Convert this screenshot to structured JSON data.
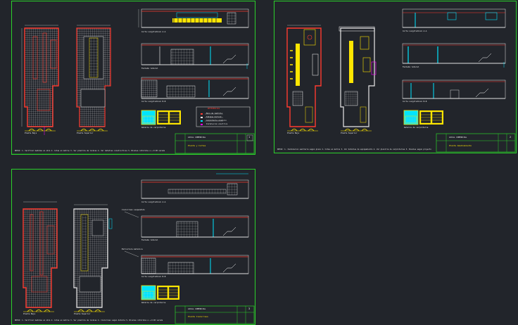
{
  "viewport": {
    "background_color": "#22252b",
    "frame_color": "#2bd12b"
  },
  "colors": {
    "wall": "#ff3b30",
    "grid": "#e8e8e8",
    "fixture": "#ffe600",
    "glass": "#00e5ff",
    "dimension": "#ffffff",
    "magenta": "#ff00ff"
  },
  "sheets": [
    {
      "id": "sheet-1",
      "plan_labels": [
        "Planta Baja",
        "Planta Superior"
      ],
      "section_labels": [
        "Corte Longitudinal A-A",
        "Fachada lateral",
        "Corte Longitudinal B-B"
      ],
      "detail_label": "Detalle de carpinteria",
      "legend_title": "REFERENCIAS",
      "legend_items": [
        "Muro de ladrillo",
        "Tabique durlock",
        "Carpinteria aluminio",
        "Instalacion electrica"
      ],
      "notes": "NOTAS: 1- Verificar medidas en obra  2- Cotas en metros  3- Ver planilla de locales  4- Ver detalles constructivos  5- Niveles referidos a +-0.00 vereda",
      "title_block": {
        "project": "LOCAL COMERCIAL",
        "drawing": "Planta y Cortes",
        "sheet_number": "1"
      }
    },
    {
      "id": "sheet-2",
      "plan_labels": [
        "Planta Baja",
        "Planta Superior"
      ],
      "section_labels": [
        "Corte Longitudinal A-A",
        "Fachada lateral",
        "Corte Longitudinal B-B"
      ],
      "detail_label": "Detalle de carpinteria",
      "notes": "NOTAS: 1- Instalacion sanitaria segun plano  2- Cotas en metros  3- Ver detalles de equipamiento  4- Ver planilla de carpinterias  5- Niveles segun proyecto",
      "title_block": {
        "project": "LOCAL COMERCIAL",
        "drawing": "Planta Amoblamiento",
        "sheet_number": "2"
      }
    },
    {
      "id": "sheet-3",
      "plan_labels": [
        "Planta Baja",
        "Planta Superior"
      ],
      "section_labels": [
        "Corte Longitudinal A-A",
        "Fachada lateral",
        "Corte Longitudinal B-B"
      ],
      "callouts": [
        "Cielorraso suspendido",
        "Estructura metalica"
      ],
      "detail_label": "Detalle de carpinteria",
      "notes": "NOTAS: 1- Verificar medidas en obra  2- Cotas en metros  3- Ver planilla de locales  4- Cielorraso segun detalle  5- Niveles referidos a +-0.00 vereda",
      "title_block": {
        "project": "LOCAL COMERCIAL",
        "drawing": "Planta Cielorraso",
        "sheet_number": "3"
      }
    }
  ]
}
